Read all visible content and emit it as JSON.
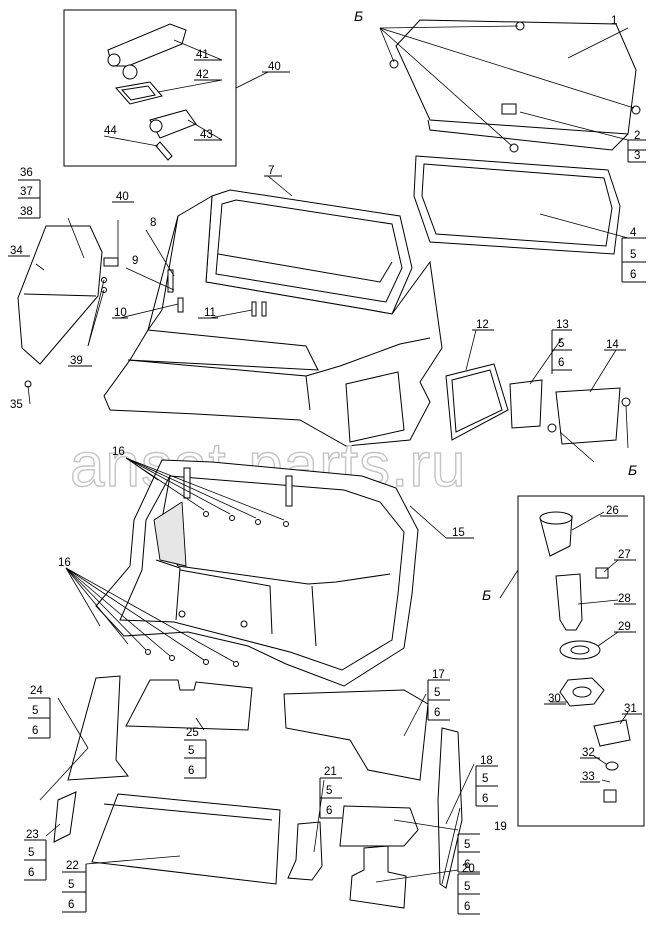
{
  "watermark": "ansat-parts.ru",
  "view_mark": "Б",
  "parts": {
    "p1": "1",
    "p2": "2",
    "p3": "3",
    "p4": "4",
    "p5": "5",
    "p6": "6",
    "p7": "7",
    "p8": "8",
    "p9": "9",
    "p10": "10",
    "p11": "11",
    "p12": "12",
    "p13": "13",
    "p14": "14",
    "p15": "15",
    "p16": "16",
    "p17": "17",
    "p18": "18",
    "p19": "19",
    "p20": "20",
    "p21": "21",
    "p22": "22",
    "p23": "23",
    "p24": "24",
    "p25": "25",
    "p26": "26",
    "p27": "27",
    "p28": "28",
    "p29": "29",
    "p30": "30",
    "p31": "31",
    "p32": "32",
    "p33": "33",
    "p34": "34",
    "p35": "35",
    "p36": "36",
    "p37": "37",
    "p38": "38",
    "p39": "39",
    "p40": "40",
    "p41": "41",
    "p42": "42",
    "p43": "43",
    "p44": "44"
  },
  "colors": {
    "line": "#000000",
    "watermark": "#c4c4c4",
    "background": "#ffffff"
  }
}
